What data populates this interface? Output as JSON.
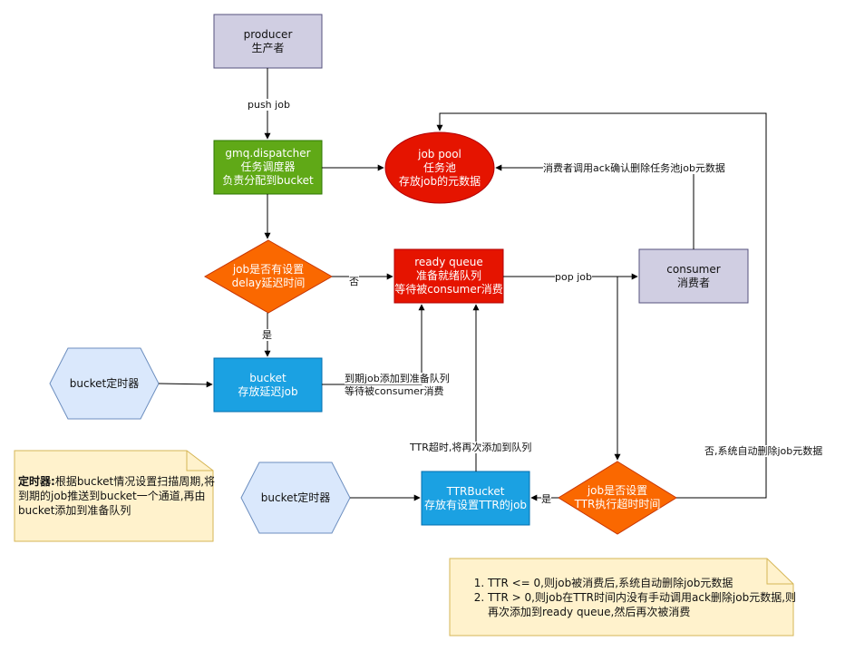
{
  "colors": {
    "purple_box": "#d0cee2",
    "purple_border": "#56517e",
    "green_box": "#60a917",
    "red_node": "#e51400",
    "orange_diamond": "#fa6800",
    "blue_box": "#1ba1e2",
    "hexagon_fill": "#dae8fc",
    "hexagon_border": "#6c8ebf",
    "note_fill": "#fff2cc",
    "note_border": "#d6b656",
    "edge": "#000000"
  },
  "nodes": {
    "producer": {
      "line1": "producer",
      "line2": "生产者"
    },
    "dispatcher": {
      "line1": "gmq.dispatcher",
      "line2": "任务调度器",
      "line3": "负责分配到bucket"
    },
    "job_pool": {
      "line1": "job pool",
      "line2": "任务池",
      "line3": "存放job的元数据"
    },
    "delay_check": {
      "line1": "job是否有设置",
      "line2": "delay延迟时间"
    },
    "ready_queue": {
      "line1": "ready queue",
      "line2": "准备就绪队列",
      "line3": "等待被consumer消费"
    },
    "consumer": {
      "line1": "consumer",
      "line2": "消费者"
    },
    "bucket_timer_1": {
      "label": "bucket定时器"
    },
    "bucket": {
      "line1": "bucket",
      "line2": "存放延迟job"
    },
    "bucket_timer_2": {
      "label": "bucket定时器"
    },
    "ttr_bucket": {
      "line1": "TTRBucket",
      "line2": "存放有设置TTR的job"
    },
    "ttr_check": {
      "line1": "job是否设置",
      "line2": "TTR执行超时时间"
    }
  },
  "edge_labels": {
    "push_job": "push job",
    "no_delay": "否",
    "yes_delay": "是",
    "pop_job": "pop job",
    "ack_delete": "消费者调用ack确认删除任务池job元数据",
    "bucket_to_ready_1": "到期job添加到准备队列",
    "bucket_to_ready_2": "等待被consumer消费",
    "ttr_timeout": "TTR超时,将再次添加到队列",
    "ttr_yes": "是",
    "ttr_no": "否,系统自动删除job元数据"
  },
  "notes": {
    "timer_note": {
      "bold": "定时器:",
      "text1": "根据bucket情况设置扫描周期,将",
      "text2": "到期的job推送到bucket一个通道,再由",
      "text3": "bucket添加到准备队列"
    },
    "ttr_note": {
      "item1": "TTR <= 0,则job被消费后,系统自动删除job元数据",
      "item2a": "TTR > 0,则job在TTR时间内没有手动调用ack删除job元数据,则",
      "item2b": "再次添加到ready queue,然后再次被消费"
    }
  }
}
